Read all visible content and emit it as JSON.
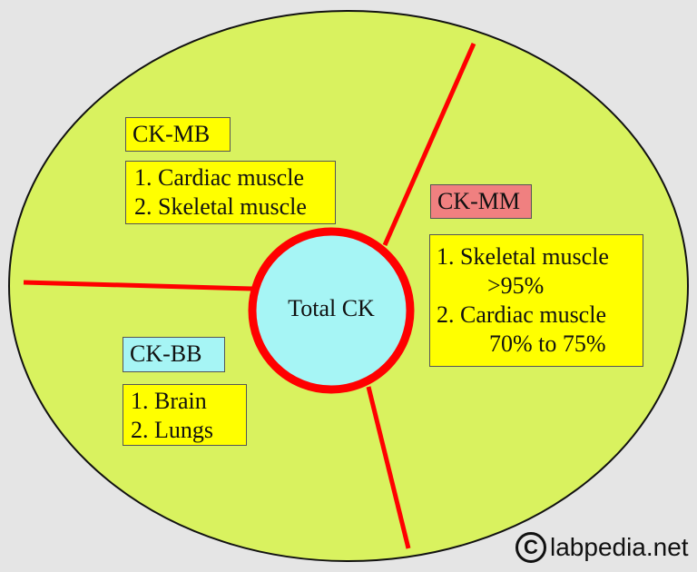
{
  "center": {
    "label": "Total CK"
  },
  "ck_mb": {
    "title": "CK-MB",
    "items": [
      "1. Cardiac muscle",
      "2. Skeletal muscle"
    ]
  },
  "ck_mm": {
    "title": "CK-MM",
    "items": [
      "1. Skeletal muscle",
      ">95%",
      "2. Cardiac muscle",
      "70% to 75%"
    ]
  },
  "ck_bb": {
    "title": "CK-BB",
    "items": [
      "1. Brain",
      "2. Lungs"
    ]
  },
  "watermark": {
    "symbol": "C",
    "text": "labpedia.net"
  },
  "colors": {
    "ellipse_fill": "#d9f25f",
    "center_fill": "#a6f5f5",
    "divider": "#ff0000",
    "label_yellow": "#ffff00",
    "label_pink": "#f08080",
    "label_cyan": "#a6f5f5"
  }
}
